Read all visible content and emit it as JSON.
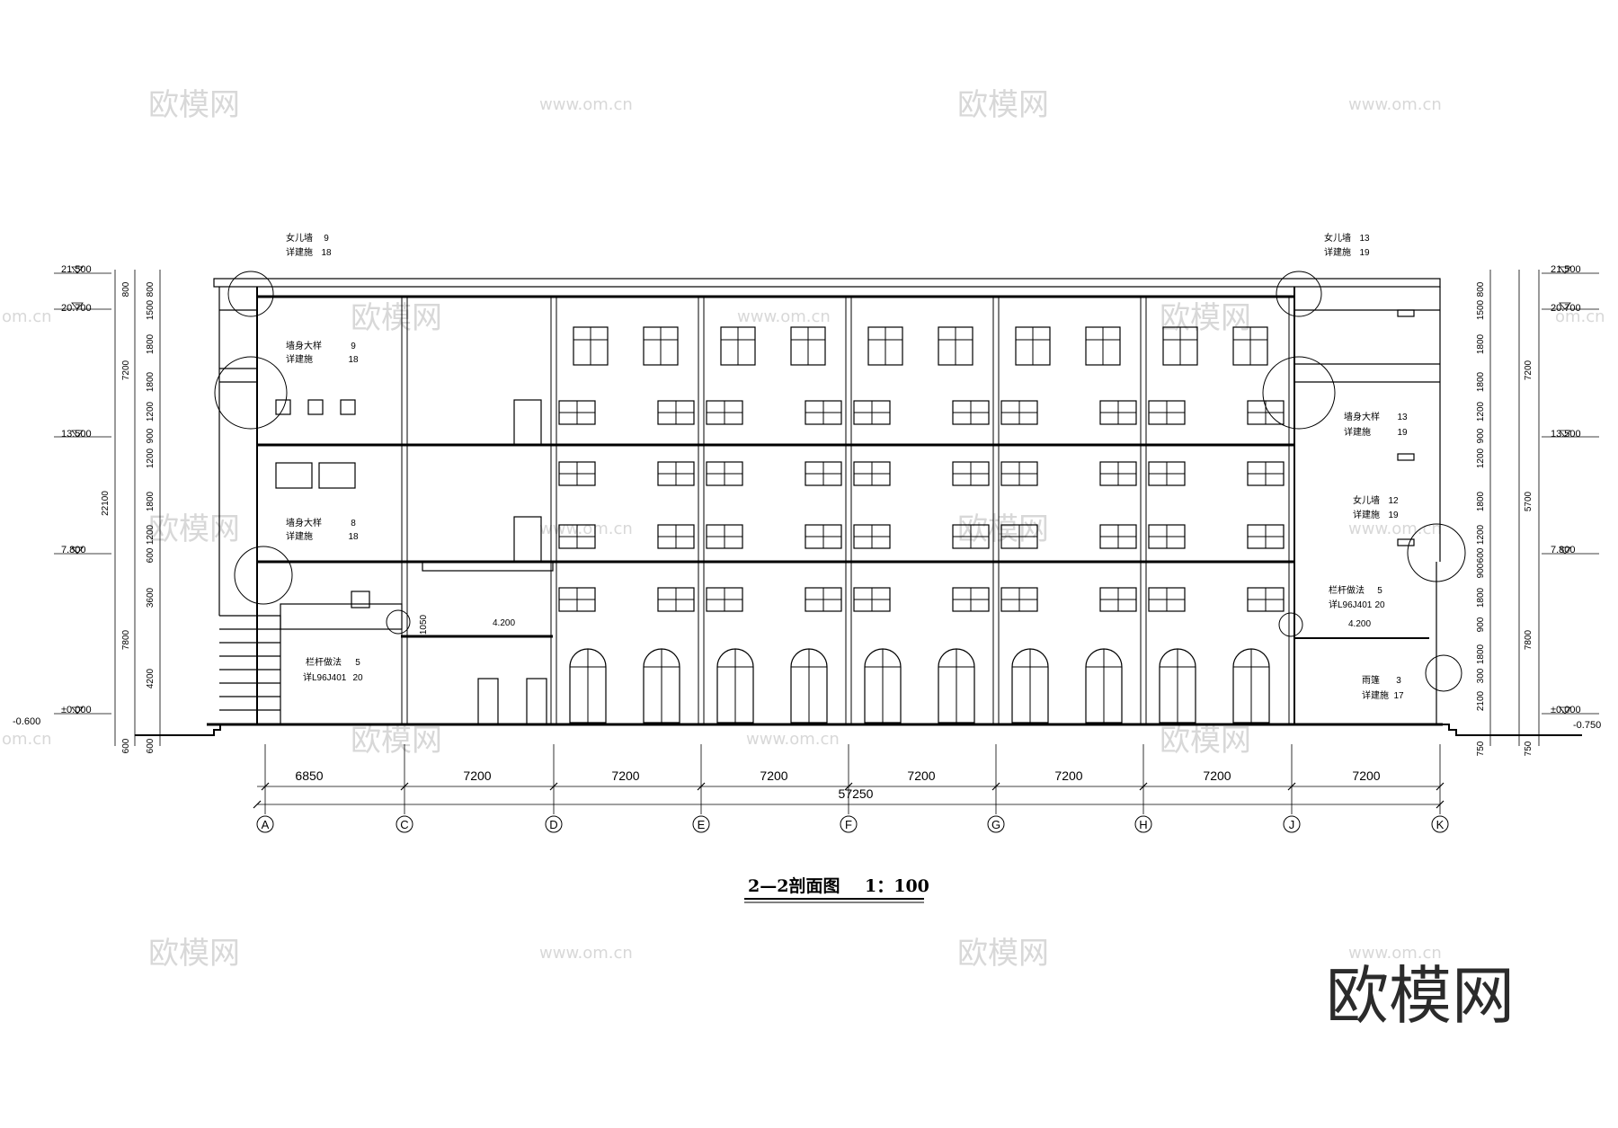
{
  "drawing": {
    "title": "2—2剖面图",
    "scale": "1：100"
  },
  "grid_axes": [
    "A",
    "C",
    "D",
    "E",
    "F",
    "G",
    "H",
    "J",
    "K"
  ],
  "bay_dimensions": [
    "6850",
    "7200",
    "7200",
    "7200",
    "7200",
    "7200",
    "7200",
    "7200"
  ],
  "total_dimension": "57250",
  "elevations_left": {
    "top": "21.500",
    "roof": "20.700",
    "floor3": "13.500",
    "floor2": "7.800",
    "ground": "±0.000",
    "outside": "-0.600"
  },
  "elevations_right": {
    "top": "21.500",
    "roof": "20.700",
    "floor3": "13.500",
    "floor2": "7.800",
    "ground": "±0.000",
    "outside": "-0.750"
  },
  "left_dims_outer": [
    "800",
    "7200",
    "22100",
    "7800",
    "600"
  ],
  "left_dims_inner": [
    "800",
    "1500",
    "1800",
    "1800",
    "1200",
    "900",
    "1200",
    "1800",
    "1200",
    "600",
    "3600",
    "4200",
    "600"
  ],
  "right_dims_inner": [
    "800",
    "1500",
    "1800",
    "1800",
    "1200",
    "900",
    "1200",
    "1800",
    "1200",
    "600",
    "900",
    "1800",
    "900",
    "1800",
    "300",
    "2100",
    "750"
  ],
  "right_dims_outer": [
    "7200",
    "5700",
    "7800",
    "750"
  ],
  "mid_elevation": "4.200",
  "mid_elevation_right": "4.200",
  "dim_1050": "1050",
  "callouts": [
    {
      "text": "女儿墙",
      "sub": "详建施",
      "num": "9",
      "sheet": "18"
    },
    {
      "text": "墙身大样",
      "sub": "详建施",
      "num": "9",
      "sheet": "18"
    },
    {
      "text": "墙身大样",
      "sub": "详建施",
      "num": "8",
      "sheet": "18"
    },
    {
      "text": "栏杆做法",
      "sub": "详L96J401",
      "num": "5",
      "sheet": "20"
    },
    {
      "text": "女儿墙",
      "sub": "详建施",
      "num": "13",
      "sheet": "19"
    },
    {
      "text": "墙身大样",
      "sub": "详建施",
      "num": "13",
      "sheet": "19"
    },
    {
      "text": "女儿墙",
      "sub": "详建施",
      "num": "12",
      "sheet": "19"
    },
    {
      "text": "栏杆做法",
      "sub": "详L96J401",
      "num": "5",
      "sheet": "20"
    },
    {
      "text": "雨篷",
      "sub": "详建施",
      "num": "3",
      "sheet": "17"
    }
  ],
  "watermarks": {
    "logo": "欧模网",
    "url": "www.om.cn",
    "url_fragment": "om.cn"
  },
  "colors": {
    "line": "#000000",
    "background": "#ffffff",
    "watermark": "#d8d8d8"
  }
}
